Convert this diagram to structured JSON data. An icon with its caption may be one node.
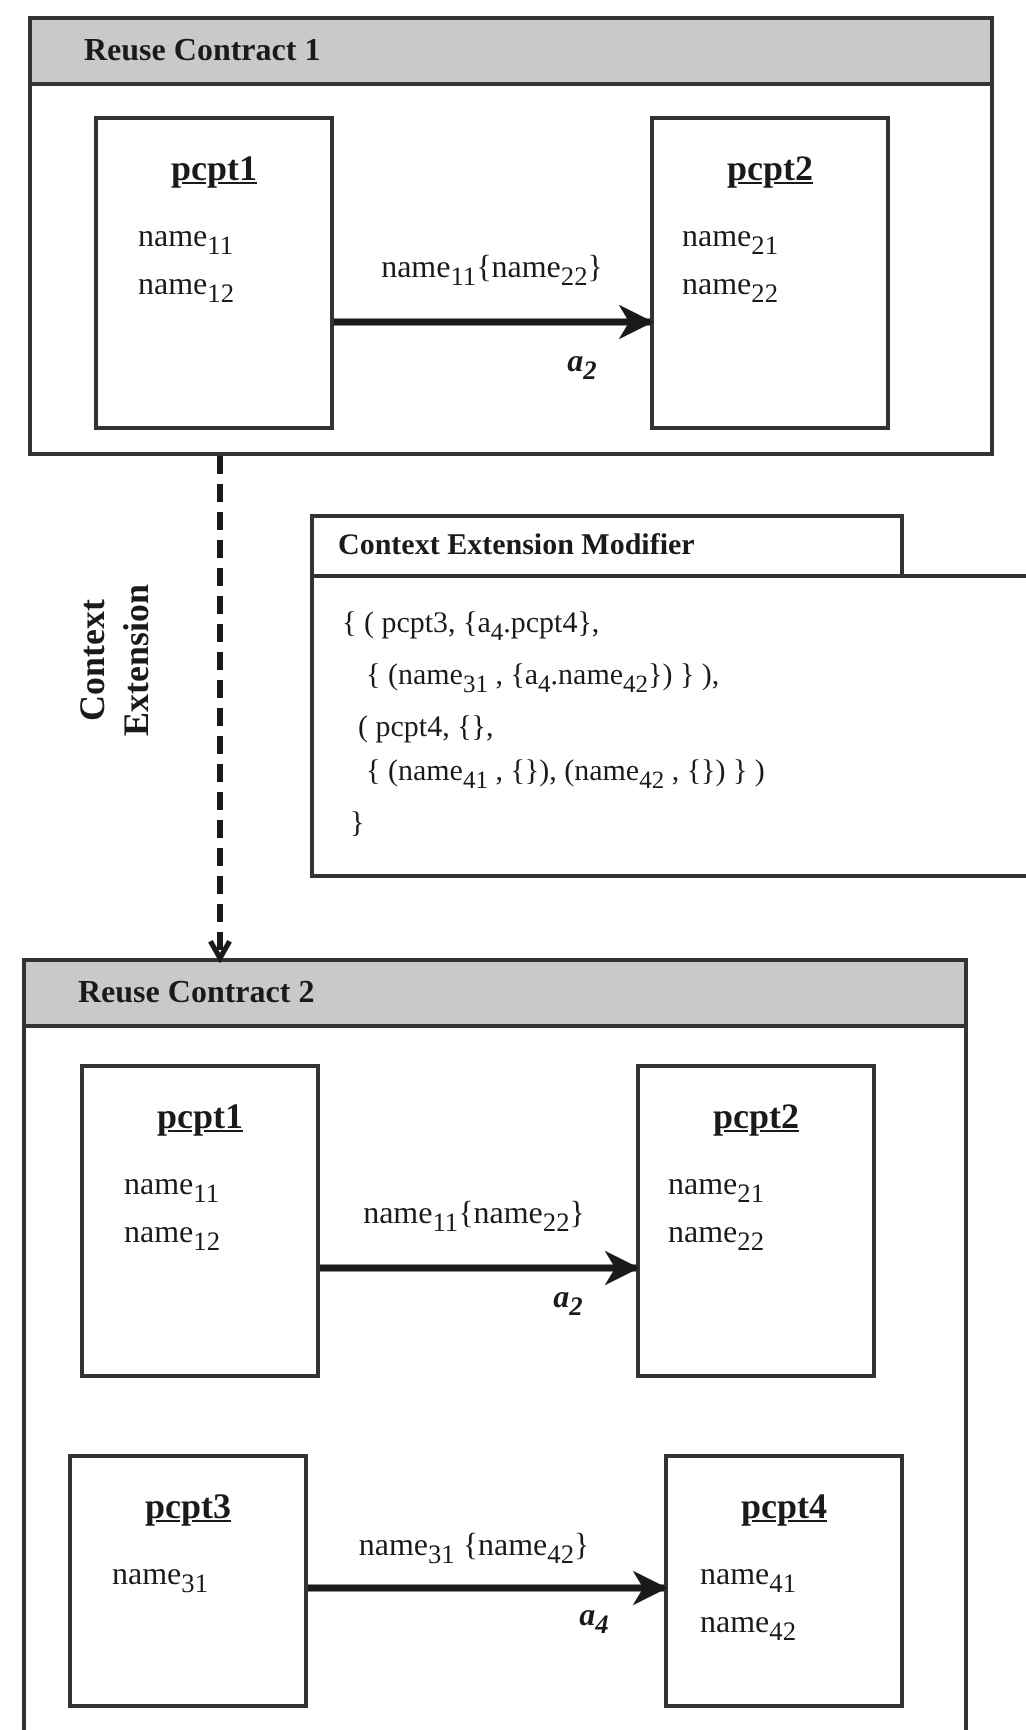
{
  "diagram": {
    "nodes": [
      {
        "text": [
          "Reuse Contract 1"
        ]
      },
      {
        "text": [
          "pcpt1",
          "name$_{11}$",
          "name$_{12}$"
        ],
        "in": 0
      },
      {
        "text": [
          "pcpt2",
          "name$_{21}$",
          "name$_{22}$"
        ],
        "in": 0
      },
      {
        "text": [
          "Context Extension Modifier",
          "{ ( pcpt3, {a$_{4}$.pcpt4},",
          "{ (name$_{31}$ , {a$_{4}$.name$_{42}$}) } ),",
          "( pcpt4, {},",
          "{ (name$_{41}$ , {}), (name$_{42}$ , {}) } )",
          "}"
        ]
      },
      {
        "text": [
          "Reuse Contract 2"
        ]
      },
      {
        "text": [
          "pcpt1",
          "name$_{11}$",
          "name$_{12}$"
        ],
        "in": 4
      },
      {
        "text": [
          "pcpt2",
          "name$_{21}$",
          "name$_{22}$"
        ],
        "in": 4
      },
      {
        "text": [
          "pcpt3",
          "name$_{31}$"
        ],
        "in": 4
      },
      {
        "text": [
          "pcpt4",
          "name$_{41}$",
          "name$_{42}$"
        ],
        "in": 4
      }
    ],
    "edges": [
      {
        "from": 1,
        "to": 2,
        "arrow": "to",
        "label": "name$_{11}${name$_{22}$}"
      },
      {
        "from": 0,
        "to": 4,
        "arrow": "to",
        "label": "Context Extension",
        "style": "dashed"
      },
      {
        "from": 5,
        "to": 6,
        "arrow": "to",
        "label": "name$_{11}${name$_{22}$}"
      },
      {
        "from": 7,
        "to": 8,
        "arrow": "to",
        "label": "name$_{31}$ {name$_{42}$}"
      }
    ],
    "labels": [
      "a$_{2}$",
      "a$_{2}$",
      "a$_{4}$"
    ]
  }
}
